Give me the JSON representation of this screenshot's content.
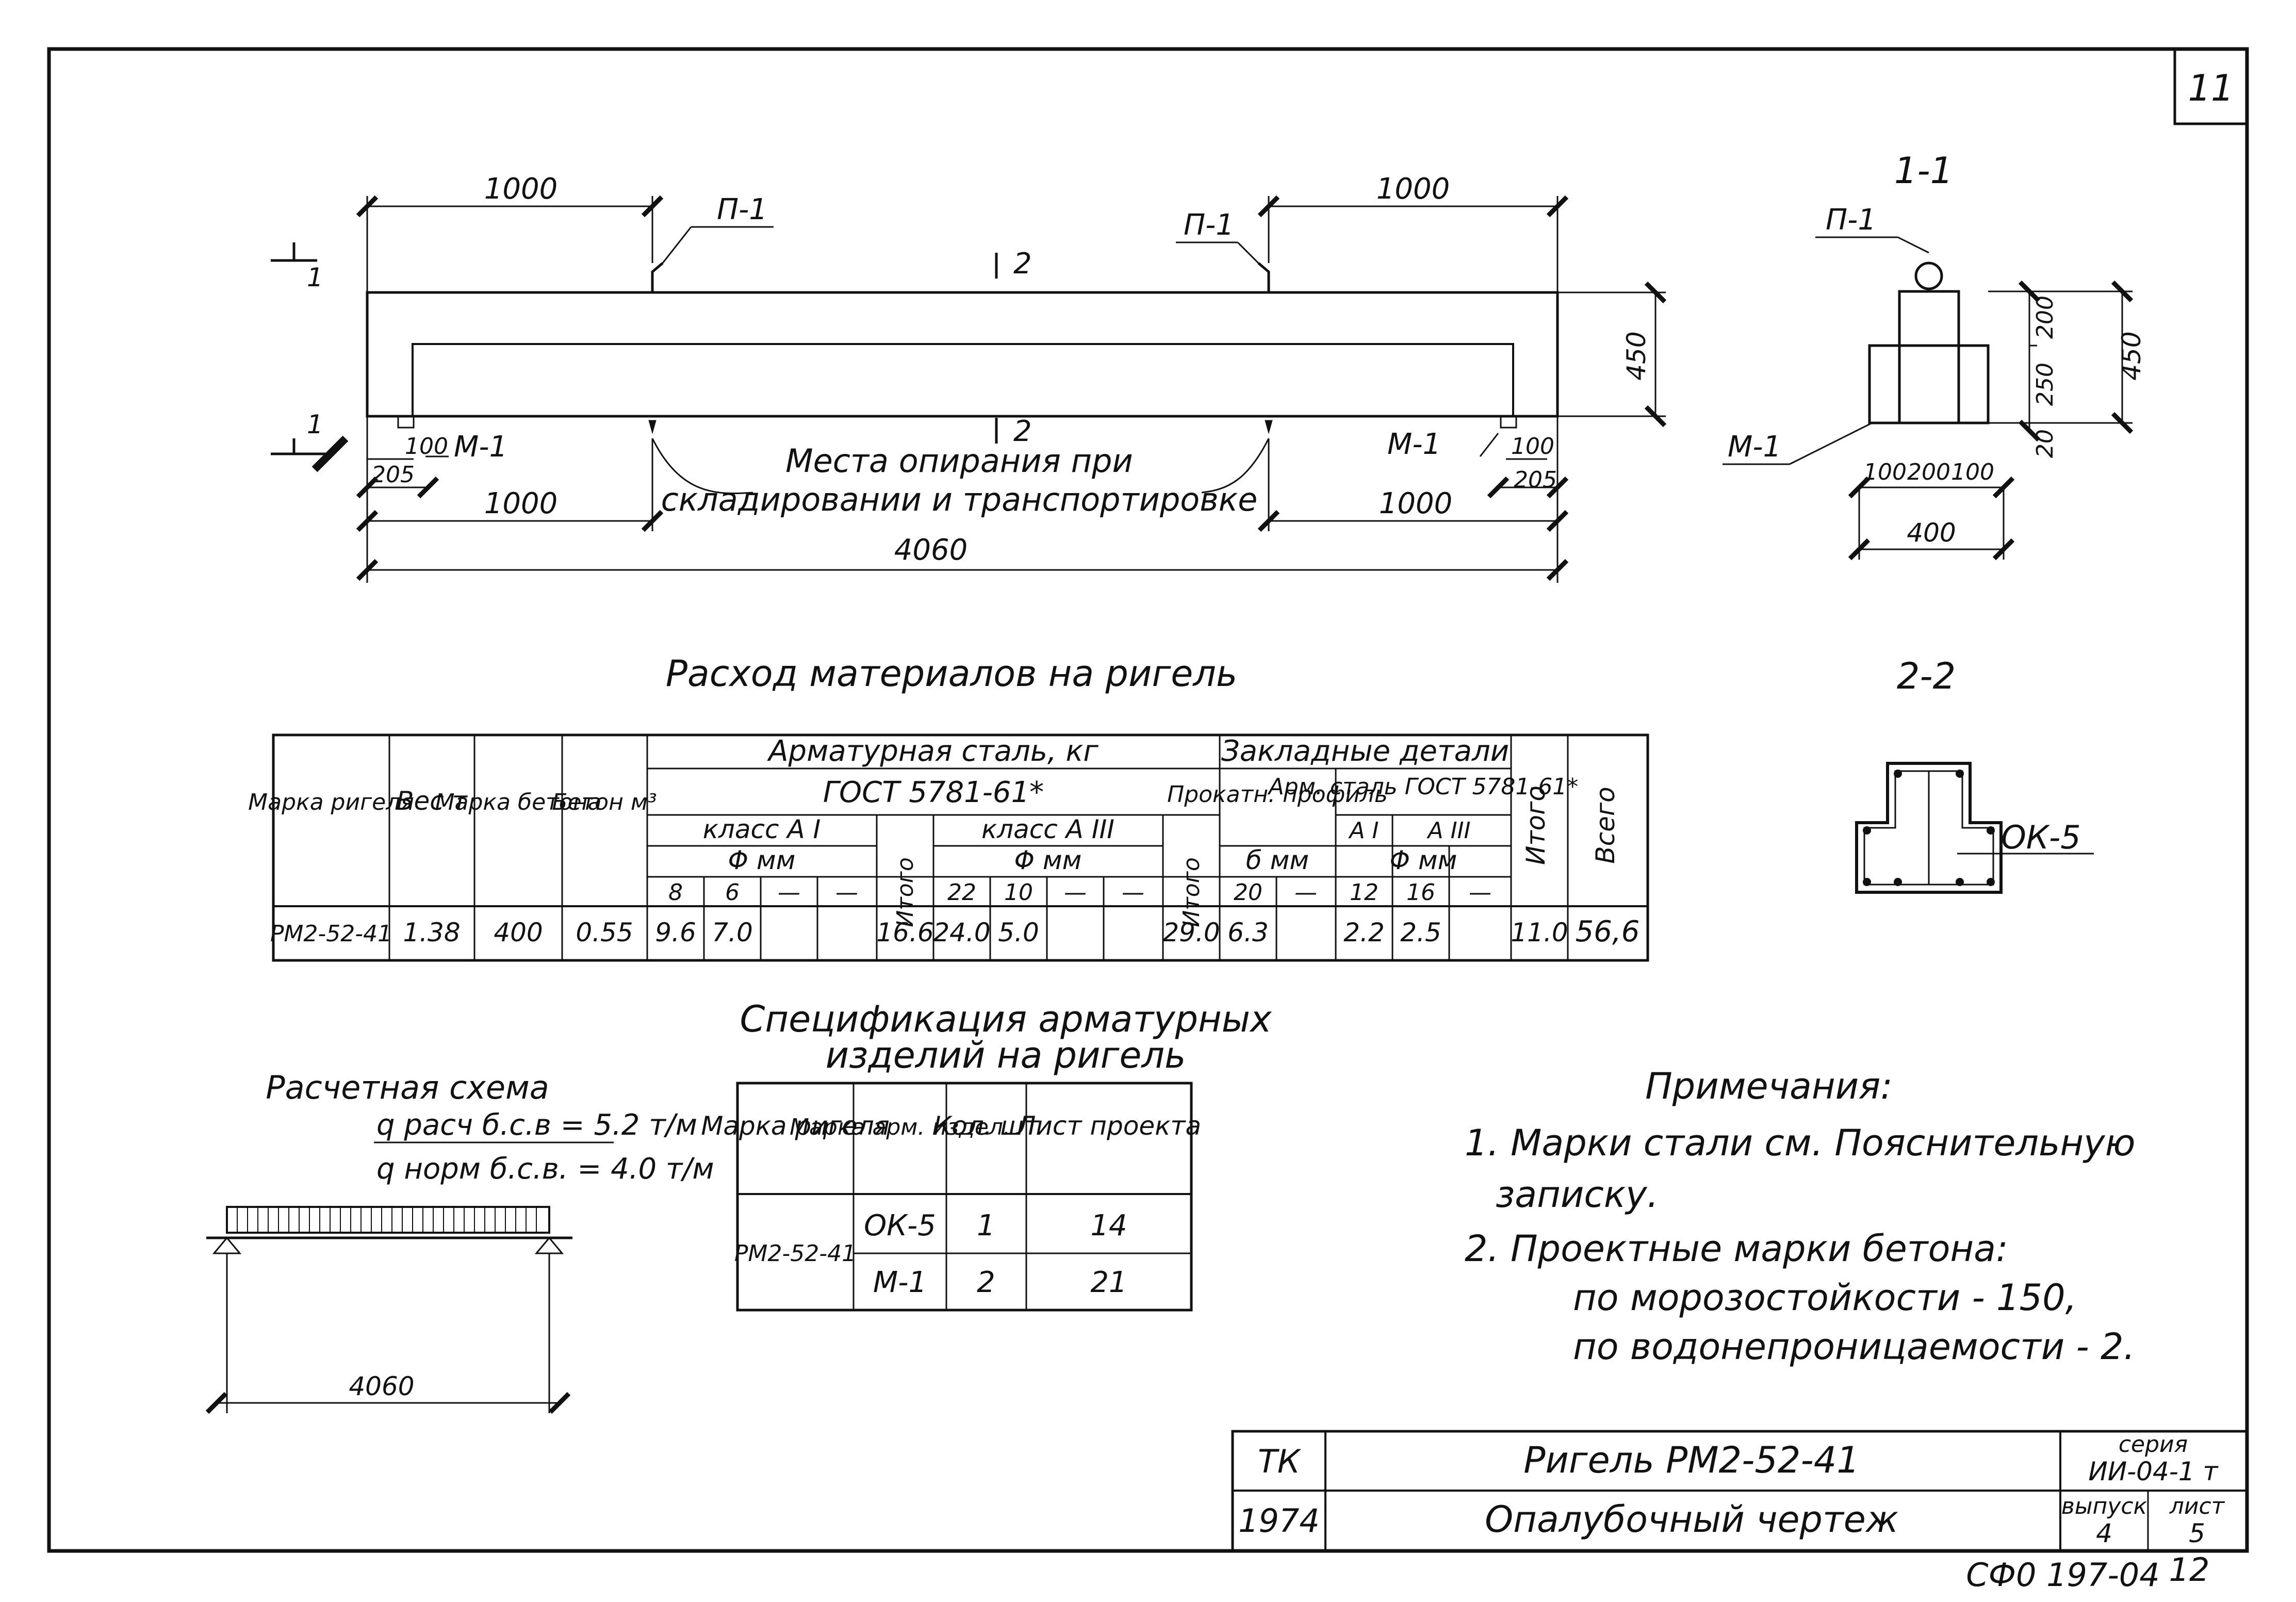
{
  "sheet": {
    "corner_number": "11",
    "footer_code": "СФ0 197-04",
    "footer_page": "12"
  },
  "elevation": {
    "dim_top_left": "1000",
    "dim_top_right": "1000",
    "dim_bottom_left": "1000",
    "dim_bottom_right": "1000",
    "dim_overall": "4060",
    "dim_height": "450",
    "dim_end_left_100": "100",
    "dim_end_left_205": "205",
    "dim_end_right_100": "100",
    "dim_end_right_205": "205",
    "label_p1_left": "П-1",
    "label_p1_right": "П-1",
    "label_m1_left": "М-1",
    "label_m1_right": "М-1",
    "section_mark_top": "1",
    "section_mark_bottom": "1",
    "section_2_top": "2",
    "section_2_bottom": "2",
    "support_note_line1": "Места опирания при",
    "support_note_line2": "складировании и транспортировке"
  },
  "section_1_1": {
    "title": "1-1",
    "label_p1": "П-1",
    "label_m1": "М-1",
    "dim_200": "200",
    "dim_250": "250",
    "dim_450": "450",
    "dim_20": "20",
    "dim_b1": "100",
    "dim_b2": "200",
    "dim_b3": "100",
    "dim_400": "400"
  },
  "section_2_2": {
    "title": "2-2",
    "label_ok5": "ОК-5"
  },
  "materials_table": {
    "title": "Расход материалов на ригель",
    "h_mark": "Марка ригеля",
    "h_weight": "Вес т",
    "h_concrete_mark": "Марка бетона",
    "h_concrete": "Бетон м³",
    "h_rebar": "Арматурная сталь, кг",
    "h_gost": "ГОСТ 5781-61*",
    "h_class_a1": "класс А I",
    "h_class_a3": "класс А III",
    "h_phi_mm": "Φ мм",
    "h_total": "Итого",
    "h_embedded": "Закладные детали",
    "h_rolled": "Прокатн. профиль",
    "h_arm_steel": "Арм. сталь ГОСТ 5781-61*",
    "h_a1": "А I",
    "h_a3": "А III",
    "h_b_mm": "б мм",
    "h_grand_total": "Всего",
    "diam_a1": [
      "8",
      "6",
      "—",
      "—"
    ],
    "diam_a3": [
      "22",
      "10",
      "—",
      "—"
    ],
    "diam_rolled": [
      "20",
      "—"
    ],
    "diam_arm": [
      "12",
      "16",
      "—"
    ],
    "row": {
      "mark": "РМ2-52-41",
      "weight": "1.38",
      "concrete_mark": "400",
      "concrete": "0.55",
      "a1_values": [
        "9.6",
        "7.0",
        "",
        ""
      ],
      "a1_total": "16.6",
      "a3_values": [
        "24.0",
        "5.0",
        "",
        ""
      ],
      "a3_total": "29.0",
      "rolled_values": [
        "6.3",
        ""
      ],
      "arm_values": [
        "2.2",
        "2.5",
        ""
      ],
      "embedded_total": "11.0",
      "grand_total": "56,6"
    }
  },
  "spec_table": {
    "title_line1": "Спецификация арматурных",
    "title_line2": "изделий на ригель",
    "h_mark": "Марка ригеля",
    "h_item": "Марка арм. издел.",
    "h_qty": "Кол. шт",
    "h_sheet": "Лист проекта",
    "rigel": "РМ2-52-41",
    "rows": [
      {
        "item": "ОК-5",
        "qty": "1",
        "sheet": "14"
      },
      {
        "item": "М-1",
        "qty": "2",
        "sheet": "21"
      }
    ]
  },
  "calc_scheme": {
    "title": "Расчетная схема",
    "load_design": "q расч б.с.в = 5.2 т/м",
    "load_normative": "q норм б.с.в. = 4.0 т/м",
    "span": "4060"
  },
  "notes": {
    "title": "Примечания:",
    "note1_line1": "1. Марки стали см. Пояснительную",
    "note1_line2": "записку.",
    "note2_line1": "2. Проектные марки бетона:",
    "note2_line2": "по морозостойкости - 150,",
    "note2_line3": "по водонепроницаемости - 2."
  },
  "title_block": {
    "org": "ТК",
    "year": "1974",
    "name": "Ригель РМ2-52-41",
    "subtitle": "Опалубочный чертеж",
    "series_label": "серия",
    "series_value": "ИИ-04-1 т",
    "issue_label": "выпуск",
    "issue_value": "4",
    "sheet_label": "лист",
    "sheet_value": "5"
  }
}
